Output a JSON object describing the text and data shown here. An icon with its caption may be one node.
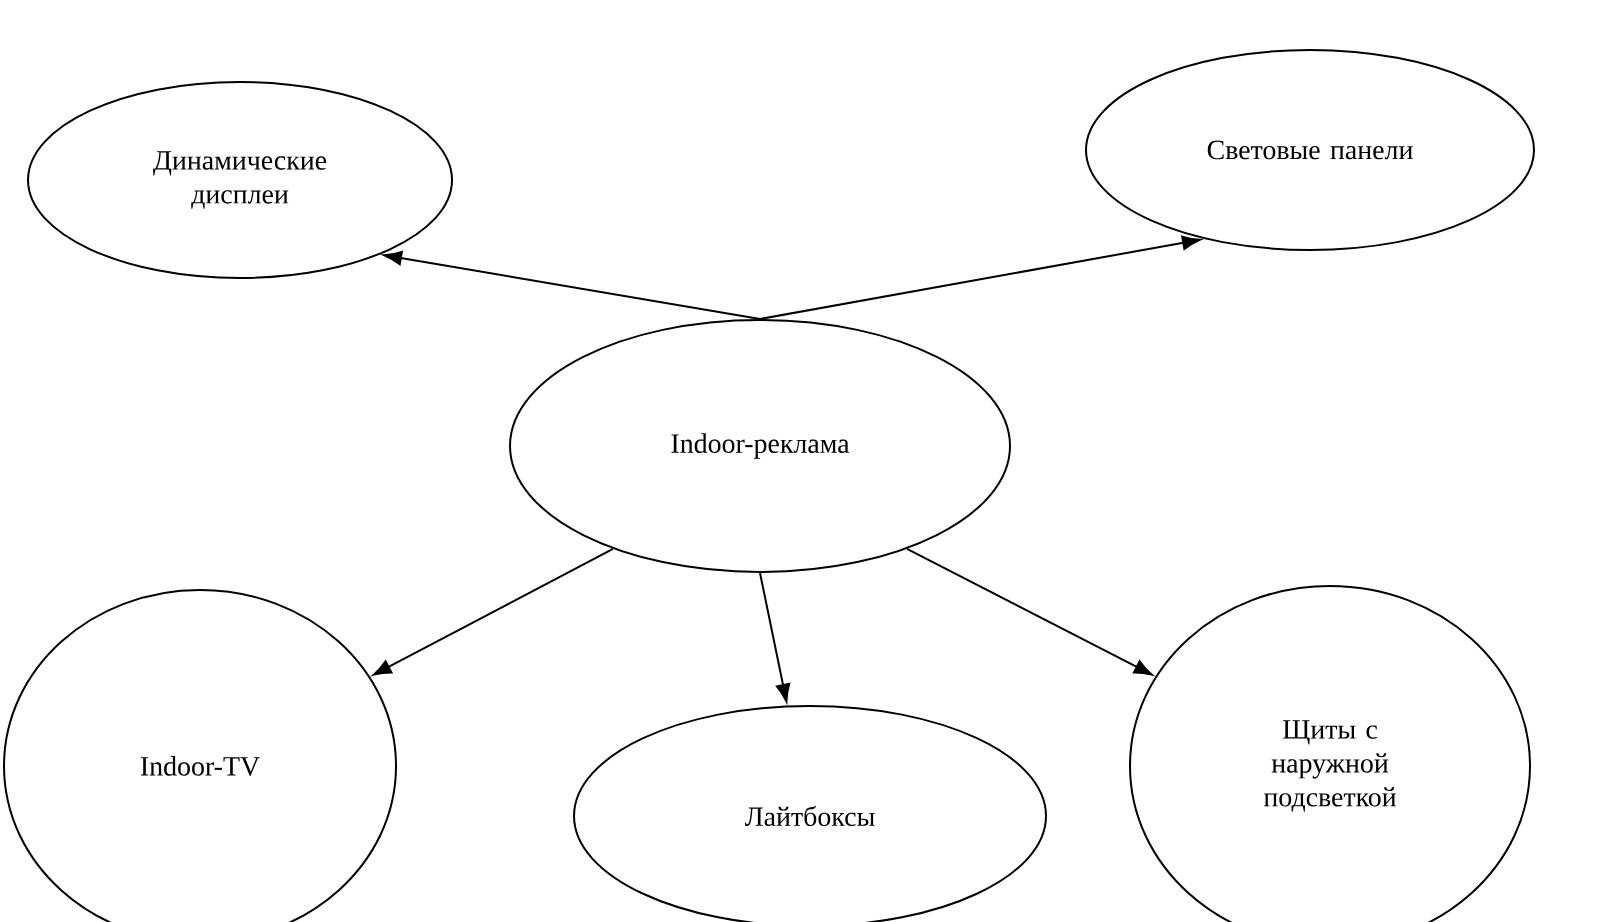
{
  "diagram": {
    "nodes": [
      {
        "text": [
          "Динамические дисплеи"
        ]
      },
      {
        "text": [
          "Световые панели"
        ]
      },
      {
        "text": [
          "Indoor-реклама"
        ]
      },
      {
        "text": [
          "Indoor-TV"
        ]
      },
      {
        "text": [
          "Лайтбоксы"
        ]
      },
      {
        "text": [
          "Щиты с наружной подсветкой"
        ]
      }
    ],
    "edges": [
      {
        "from": 2,
        "to": 0,
        "arrow": "to"
      },
      {
        "from": 2,
        "to": 1,
        "arrow": "to"
      },
      {
        "from": 2,
        "to": 3,
        "arrow": "to"
      },
      {
        "from": 2,
        "to": 4,
        "arrow": "to"
      },
      {
        "from": 2,
        "to": 5,
        "arrow": "to"
      }
    ]
  }
}
